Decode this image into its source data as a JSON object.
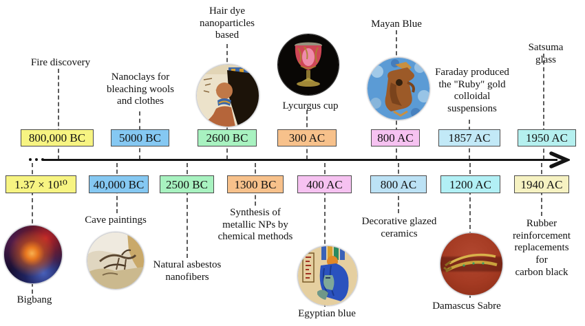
{
  "figure": {
    "kind": "nanotechnology-history-timeline",
    "axis": {
      "style": "black arrow, dotted at origin, pointing right"
    }
  },
  "colors": {
    "yellow": "#f7f482",
    "blue": "#85c8f2",
    "green": "#a8f2c0",
    "orange": "#f7c18b",
    "pink": "#f6c2f1",
    "light_blue": "#c2e9f7",
    "pale_blue": "#bce2f5",
    "cyan": "#b5f0ef",
    "aqua": "#b2f0f5",
    "pale_yellow": "#f6f2c2"
  },
  "events_top": [
    {
      "date": "800,000 BC",
      "label": "Fire discovery",
      "box_color": "#f7f482",
      "image": null
    },
    {
      "date": "5000 BC",
      "label": "Nanoclays for\nbleaching wools\nand clothes",
      "box_color": "#85c8f2",
      "image": null
    },
    {
      "date": "2600 BC",
      "label": "Hair dye\nnanoparticles\nbased",
      "box_color": "#a8f2c0",
      "image": "egyptian-hair-dye-photo"
    },
    {
      "date": "300 AC",
      "label": "Lycurgus cup",
      "box_color": "#f7c18b",
      "image": "lycurgus-cup-photo"
    },
    {
      "date": "800 AC",
      "label": "Mayan Blue",
      "box_color": "#f6c2f1",
      "image": "mayan-blue-photo"
    },
    {
      "date": "1857 AC",
      "label": "Faraday produced\nthe \"Ruby\" gold\ncolloidal\nsuspensions",
      "box_color": "#c2e9f7",
      "image": null
    },
    {
      "date": "1950 AC",
      "label": "Satsuma glass",
      "box_color": "#b5f0ef",
      "image": null
    }
  ],
  "events_bottom": [
    {
      "date": "1.37 × 10¹⁰",
      "label": "Bigbang",
      "box_color": "#f7f482",
      "image": "bigbang-photo"
    },
    {
      "date": "40,000 BC",
      "label": "Cave paintings",
      "box_color": "#85c8f2",
      "image": "cave-paintings-photo"
    },
    {
      "date": "2500 BC",
      "label": "Natural asbestos\nnanofibers",
      "box_color": "#a8f2c0",
      "image": null
    },
    {
      "date": "1300 BC",
      "label": "Synthesis of\nmetallic NPs by\nchemical methods",
      "box_color": "#f7c18b",
      "image": null
    },
    {
      "date": "400 AC",
      "label": "Egyptian blue",
      "box_color": "#f6c2f1",
      "image": "egyptian-blue-photo"
    },
    {
      "date": "800 AC",
      "label": "Decorative glazed\nceramics",
      "box_color": "#bce2f5",
      "image": null
    },
    {
      "date": "1200 AC",
      "label": "Damascus Sabre",
      "box_color": "#b2f0f5",
      "image": "damascus-sabre-photo"
    },
    {
      "date": "1940 AC",
      "label": "Rubber\nreinforcement\nreplacements for\ncarbon black",
      "box_color": "#f6f2c2",
      "image": null
    }
  ]
}
